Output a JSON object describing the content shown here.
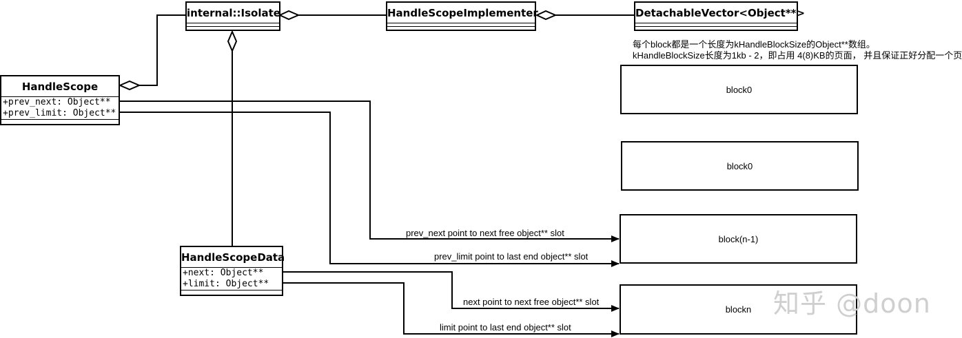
{
  "classes": {
    "isolate": {
      "title": "internal::Isolate",
      "attrs": []
    },
    "implementer": {
      "title": "HandleScopeImplementer",
      "attrs": []
    },
    "vector": {
      "title": "DetachableVector<Object**>",
      "attrs": []
    },
    "handle_scope": {
      "title": "HandleScope",
      "attrs": [
        "+prev_next: Object**",
        "+prev_limit: Object**"
      ]
    },
    "handle_scope_data": {
      "title": "HandleScopeData",
      "attrs": [
        "+next: Object**",
        "+limit: Object**"
      ]
    }
  },
  "note": {
    "line1": "每个block都是一个长度为kHandleBlockSize的Object**数组。",
    "line2": "kHandleBlockSize长度为1kb - 2，即占用 4(8)KB的页面， 并且保证正好分配一个页"
  },
  "blocks": [
    "block0",
    "block0",
    "block(n-1)",
    "blockn"
  ],
  "arrows": {
    "prev_next": "prev_next point to next free object** slot",
    "prev_limit": "prev_limit point to last end object** slot",
    "next": "next point to next free object** slot",
    "limit": "limit point to last end object** slot"
  },
  "watermark": "知乎 @doon"
}
